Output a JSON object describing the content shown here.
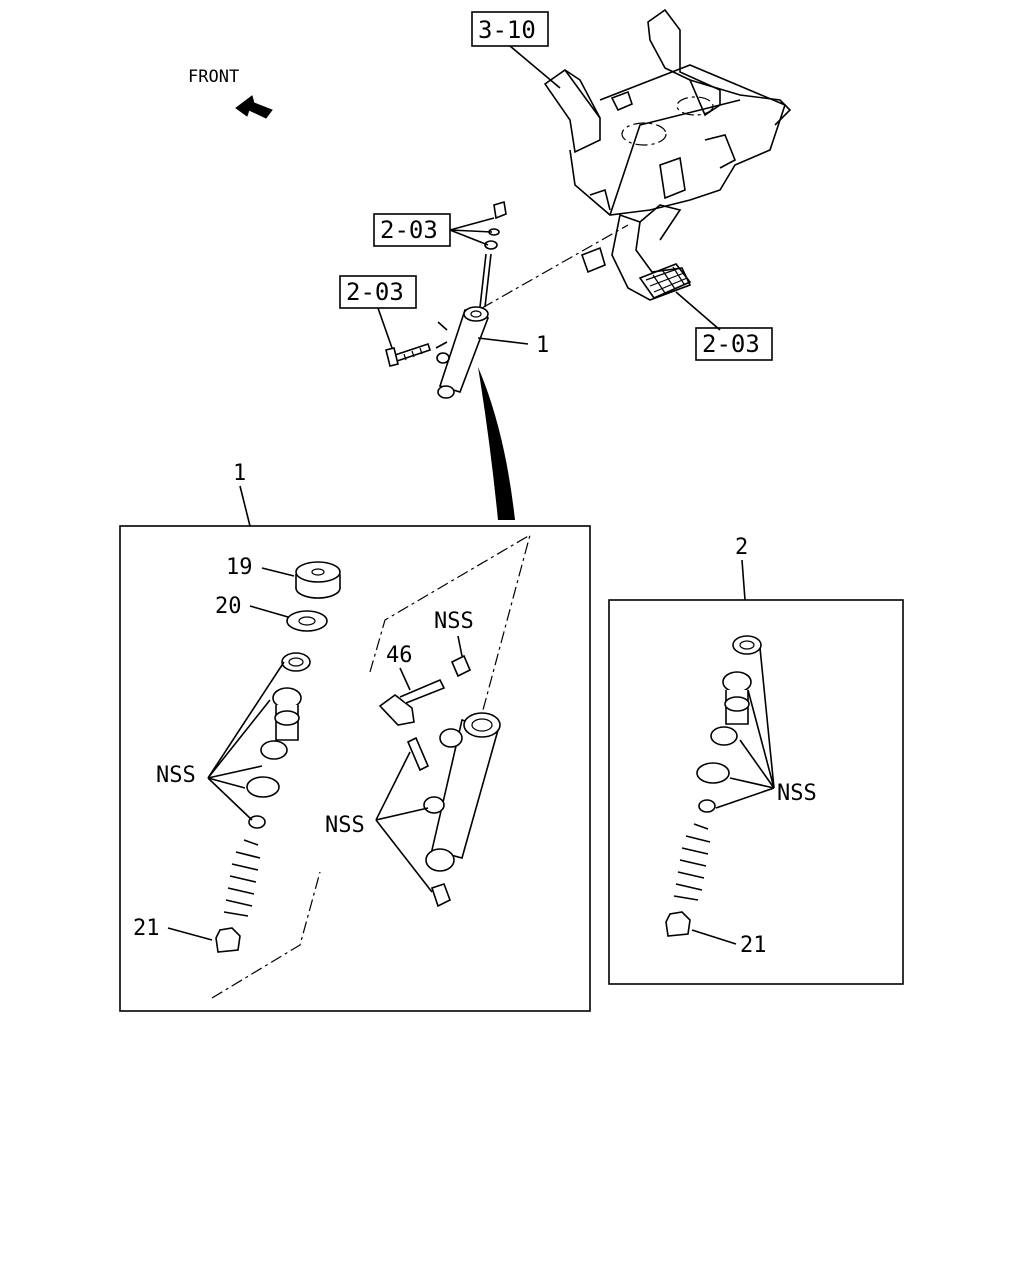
{
  "front_label": "FRONT",
  "refs": {
    "bracket": "3-10",
    "fitting": "2-03",
    "bolt": "2-03",
    "pedal": "2-03"
  },
  "callouts": {
    "cylinder": "1",
    "kit1": "1",
    "kit2": "2",
    "cap": "19",
    "washer": "20",
    "boot_left": "21",
    "boot_right": "21",
    "bleeder": "46",
    "nss_left": "NSS",
    "nss_mid": "NSS",
    "nss_top": "NSS",
    "nss_right": "NSS"
  }
}
